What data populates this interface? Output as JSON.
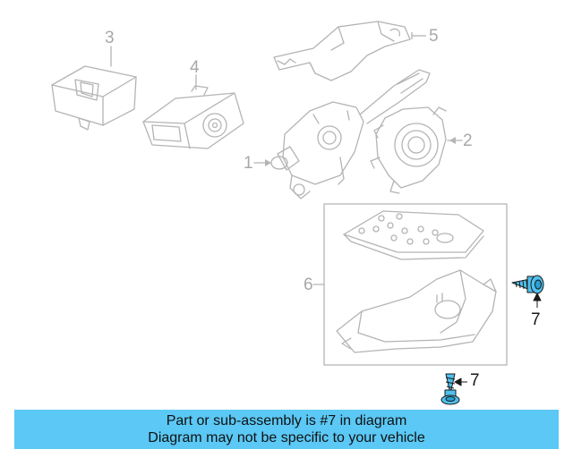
{
  "diagram": {
    "callouts": [
      {
        "id": "1",
        "label": "1"
      },
      {
        "id": "2",
        "label": "2"
      },
      {
        "id": "3",
        "label": "3"
      },
      {
        "id": "4",
        "label": "4"
      },
      {
        "id": "5",
        "label": "5"
      },
      {
        "id": "6",
        "label": "6"
      },
      {
        "id": "7a",
        "label": "7"
      },
      {
        "id": "7b",
        "label": "7"
      }
    ],
    "highlight_part": "7",
    "colors": {
      "faded_part": "#b4b4b4",
      "highlight": "#4fc0ee",
      "banner": "#5bc8f5"
    }
  },
  "banner": {
    "line1": "Part or sub-assembly is #7 in diagram",
    "line2": "Diagram may not be specific to your vehicle"
  }
}
